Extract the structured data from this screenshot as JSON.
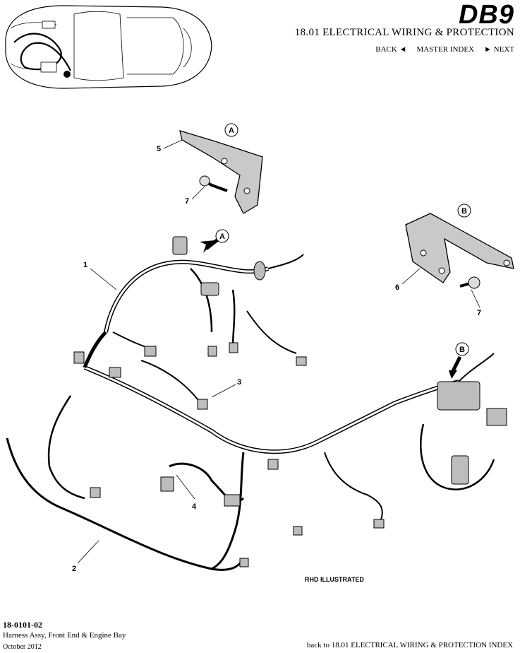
{
  "header": {
    "logo": "DB9",
    "section_title": "18.01 ELECTRICAL WIRING & PROTECTION",
    "nav": {
      "back": "BACK ◄",
      "master_index": "MASTER INDEX",
      "next": "► NEXT"
    }
  },
  "diagram": {
    "detail_labels": [
      "A",
      "B"
    ],
    "callouts": [
      "1",
      "2",
      "3",
      "4",
      "5",
      "6",
      "7"
    ],
    "note": "RHD ILLUSTRATED"
  },
  "footer": {
    "code": "18-0101-02",
    "description": "Harness Assy, Front End & Engine Bay",
    "date": "October 2012",
    "back_link": "back to 18.01 ELECTRICAL WIRING & PROTECTION INDEX"
  }
}
